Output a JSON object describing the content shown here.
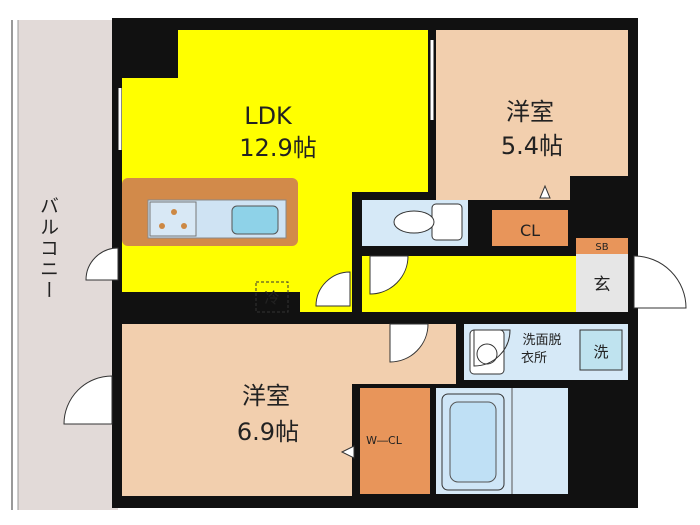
{
  "rooms": {
    "ldk": {
      "name": "LDK",
      "size": "12.9帖"
    },
    "bedroom_upper": {
      "name": "洋室",
      "size": "5.4帖"
    },
    "bedroom_lower": {
      "name": "洋室",
      "size": "6.9帖"
    }
  },
  "labels": {
    "balcony": "バルコニー",
    "closet": "CL",
    "shoe_box": "SB",
    "entrance": "玄",
    "fridge": "冷",
    "washroom_line1": "洗面脱",
    "washroom_line2": "衣所",
    "washer": "洗",
    "walk_in_closet": "W―CL"
  },
  "colors": {
    "ldk": "#ffff00",
    "bedroom": "#f2cfae",
    "closet": "#e8955a",
    "wet_area": "#d6e9f7",
    "balcony": "#e2dad8",
    "wall": "#111111"
  }
}
